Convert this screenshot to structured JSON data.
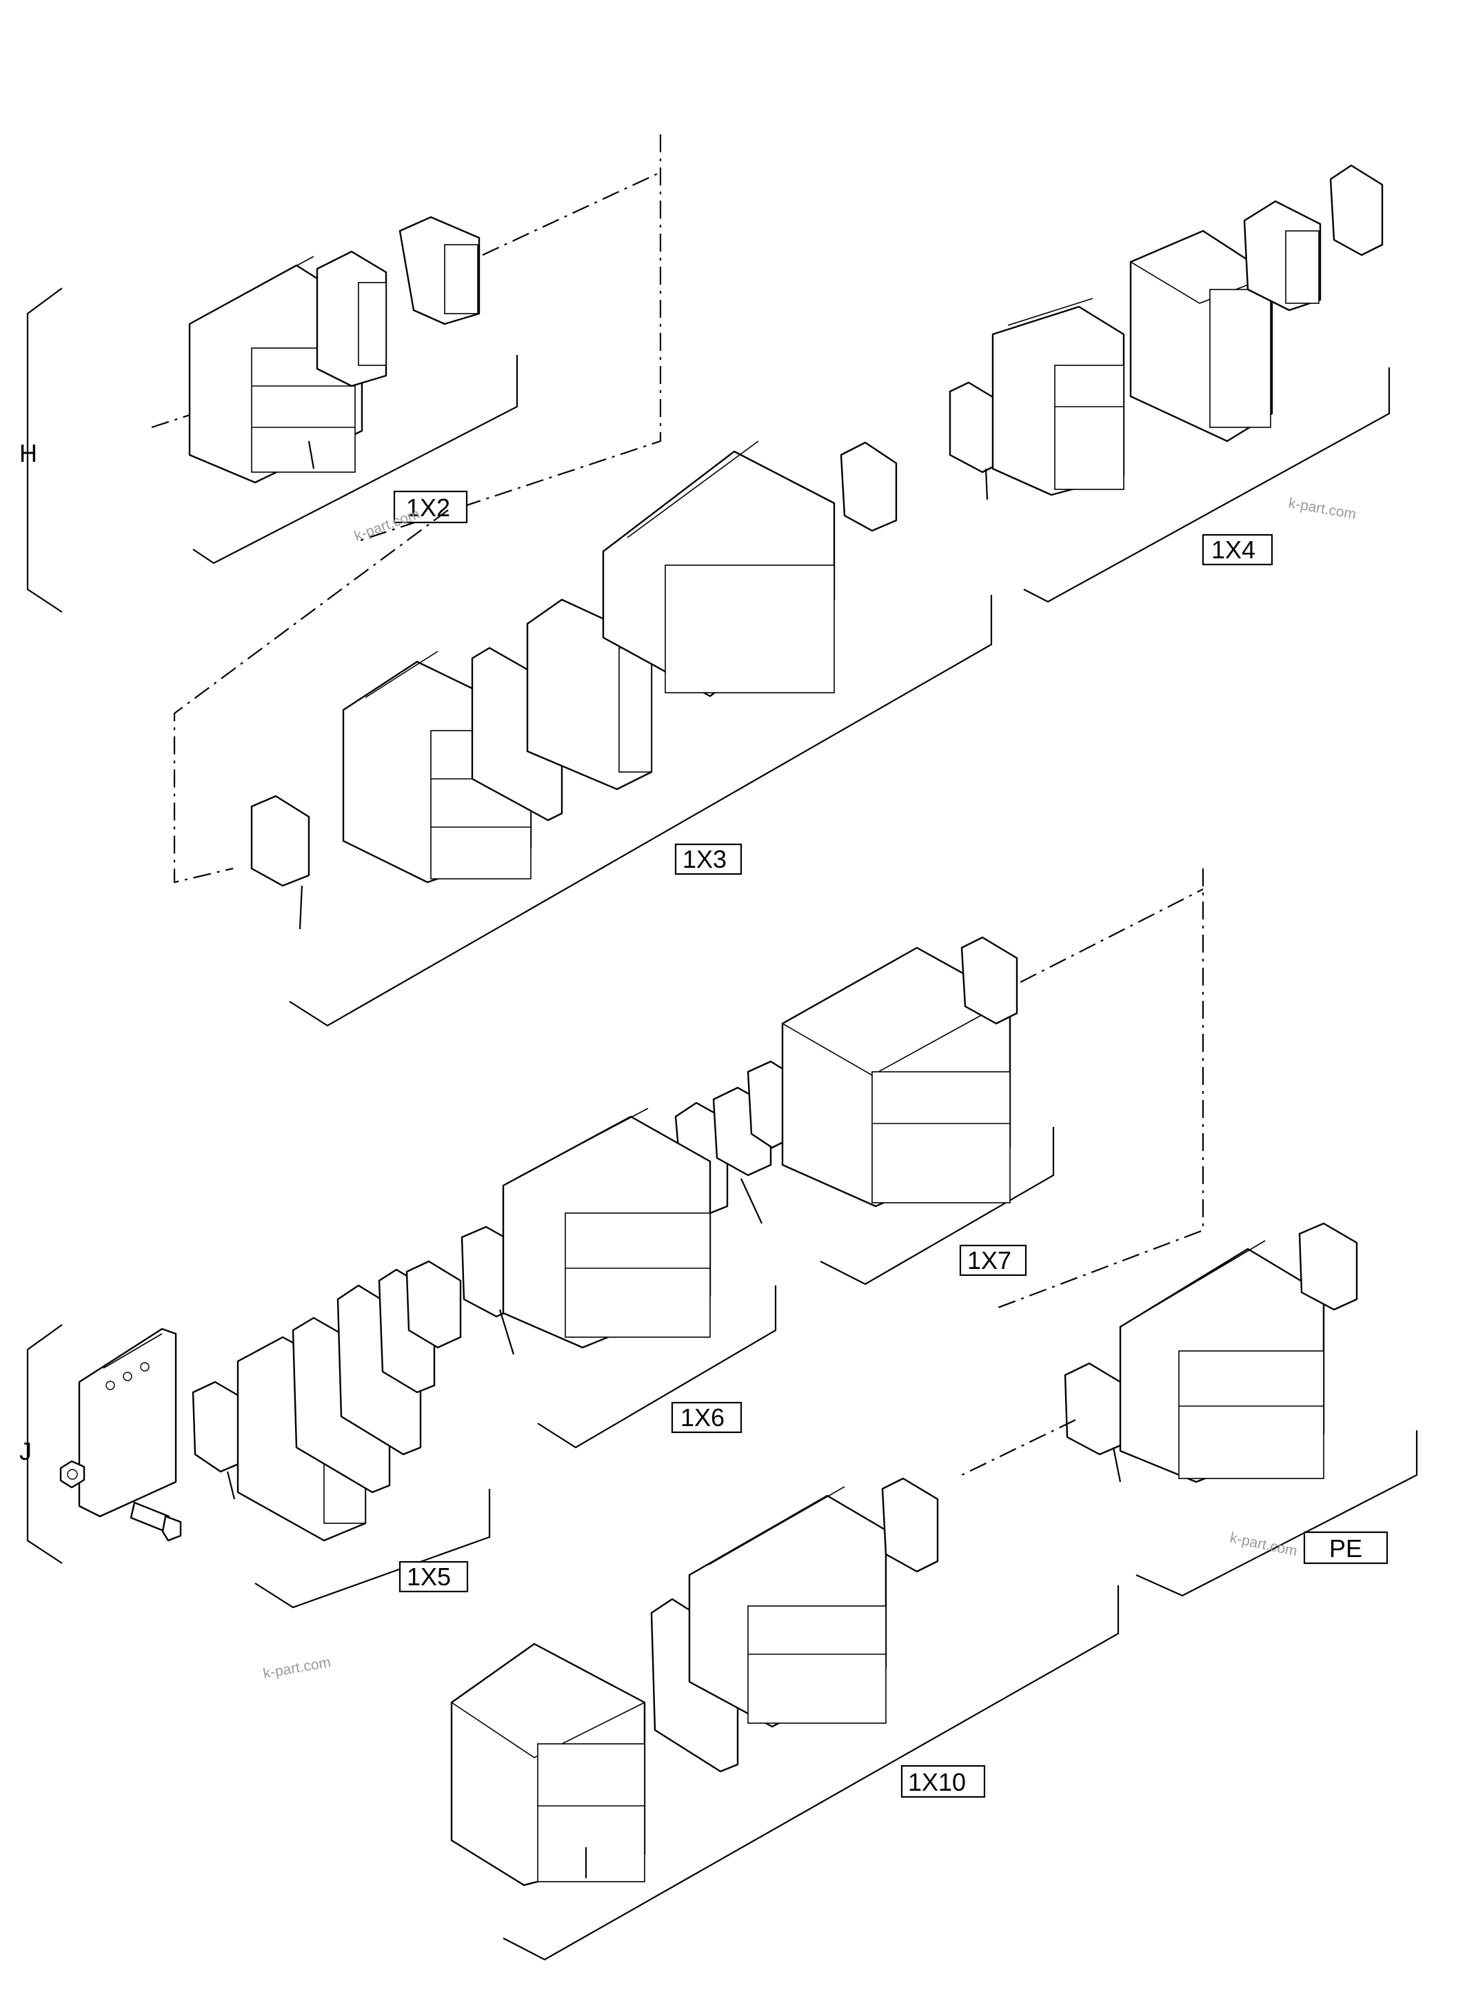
{
  "side_labels": [
    {
      "text": "H"
    },
    {
      "text": "J"
    }
  ],
  "assemblies": [
    {
      "id": "1x2",
      "label": "1X2"
    },
    {
      "id": "1x4",
      "label": "1X4"
    },
    {
      "id": "1x3",
      "label": "1X3"
    },
    {
      "id": "1x7",
      "label": "1X7"
    },
    {
      "id": "1x6",
      "label": "1X6"
    },
    {
      "id": "1x5",
      "label": "1X5"
    },
    {
      "id": "pe",
      "label": "PE"
    },
    {
      "id": "1x10",
      "label": "1X10"
    }
  ],
  "watermarks": [
    {
      "text": "k-part.com"
    },
    {
      "text": "k-part.com"
    },
    {
      "text": "k-part.com"
    },
    {
      "text": "k-part.com"
    }
  ]
}
